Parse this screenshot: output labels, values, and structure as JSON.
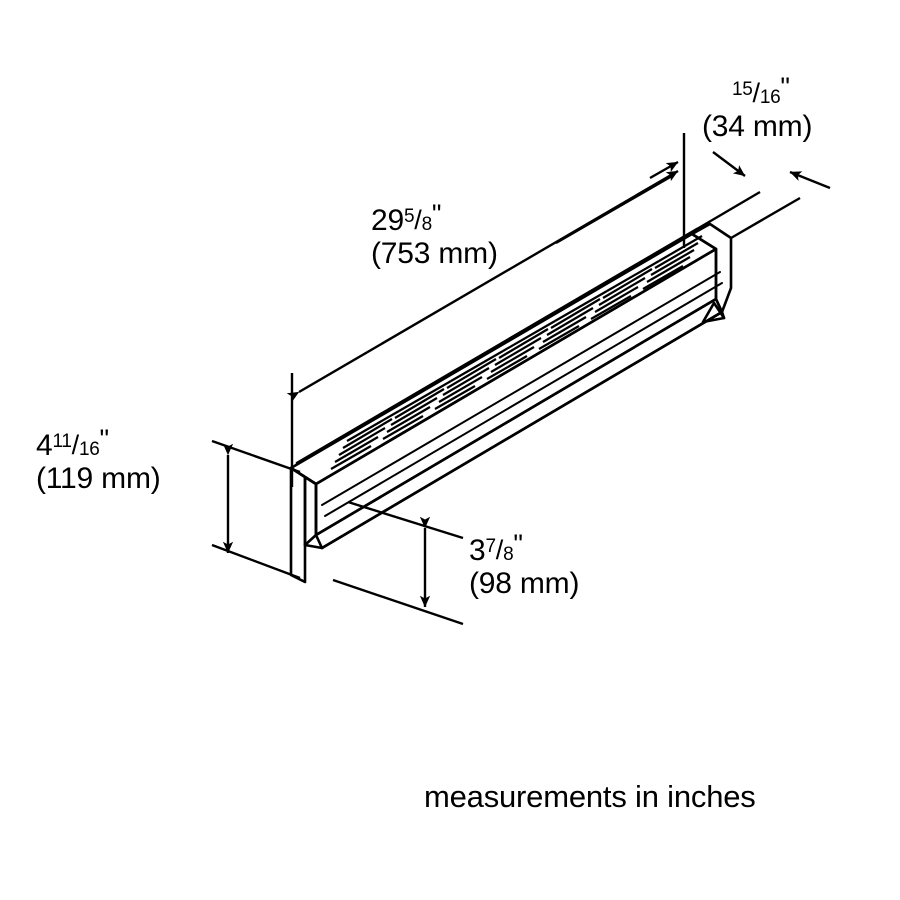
{
  "drawing": {
    "title": "Downdraft vent dimensional drawing",
    "caption": "measurements in inches",
    "background_color": "#ffffff",
    "line_color": "#000000",
    "view": "isometric",
    "product": "downdraft ventilation grille"
  },
  "dimensions": {
    "length": {
      "name": "length",
      "whole": "29",
      "num": "5",
      "slash": "/",
      "den": "8",
      "inch_mark": "\"",
      "metric": "(753 mm)",
      "inches_text": "29 5/8\"",
      "value_in": 29.625,
      "value_mm": 753
    },
    "height": {
      "name": "height",
      "whole": "4",
      "num": "11",
      "slash": "/",
      "den": "16",
      "inch_mark": "\"",
      "metric": "(119 mm)",
      "inches_text": "4 11/16\"",
      "value_in": 4.6875,
      "value_mm": 119
    },
    "depth": {
      "name": "depth",
      "whole": "3",
      "num": "7",
      "slash": "/",
      "den": "8",
      "inch_mark": "\"",
      "metric": "(98 mm)",
      "inches_text": "3 7/8\"",
      "value_in": 3.875,
      "value_mm": 98
    },
    "thickness": {
      "name": "thickness",
      "whole": "",
      "num": "15",
      "slash": "/",
      "den": "16",
      "inch_mark": "\"",
      "metric": "(34 mm)",
      "inches_text": "15/16\"",
      "value_in": 0.9375,
      "value_mm": 34
    }
  }
}
